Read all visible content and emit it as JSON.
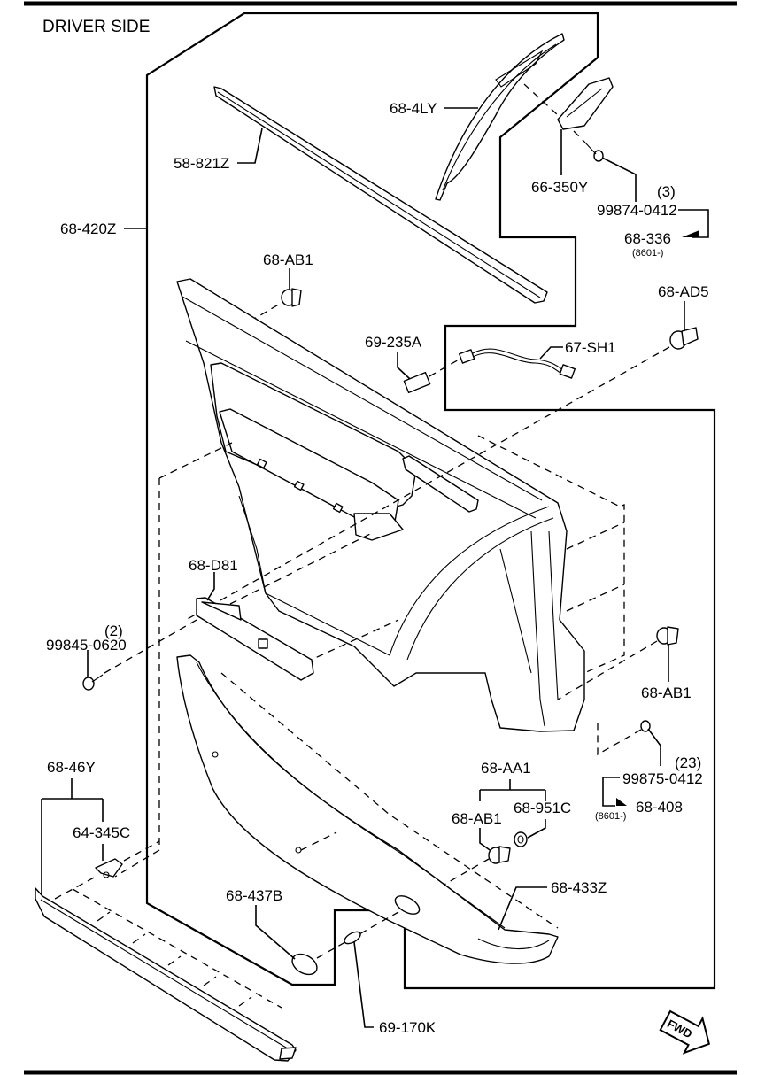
{
  "diagram": {
    "title": "DRIVER SIDE",
    "colors": {
      "ink": "#000000",
      "paper": "#ffffff"
    },
    "fwd_indicator": {
      "label": "FWD",
      "icon": "forward-arrow-icon"
    },
    "parts": {
      "p_58_821Z": "58-821Z",
      "p_68_4LY": "68-4LY",
      "p_66_350Y": "66-350Y",
      "p_99874_0412": "99874-0412",
      "p_99874_0412_qty": "(3)",
      "p_68_336": "68-336",
      "p_68_336_note": "(8601-)",
      "p_68_420Z": "68-420Z",
      "p_68_AB1_top": "68-AB1",
      "p_69_235A": "69-235A",
      "p_67_SH1": "67-SH1",
      "p_68_AD5": "68-AD5",
      "p_68_D81": "68-D81",
      "p_99845_0620": "99845-0620",
      "p_99845_0620_qty": "(2)",
      "p_68_AB1_right": "68-AB1",
      "p_99875_0412": "99875-0412",
      "p_99875_0412_qty": "(23)",
      "p_68_408": "68-408",
      "p_68_408_note": "(8601-)",
      "p_68_AA1": "68-AA1",
      "p_68_AB1_kit": "68-AB1",
      "p_68_951C": "68-951C",
      "p_68_46Y": "68-46Y",
      "p_64_345C": "64-345C",
      "p_68_437B": "68-437B",
      "p_68_433Z": "68-433Z",
      "p_69_170K": "69-170K"
    }
  }
}
